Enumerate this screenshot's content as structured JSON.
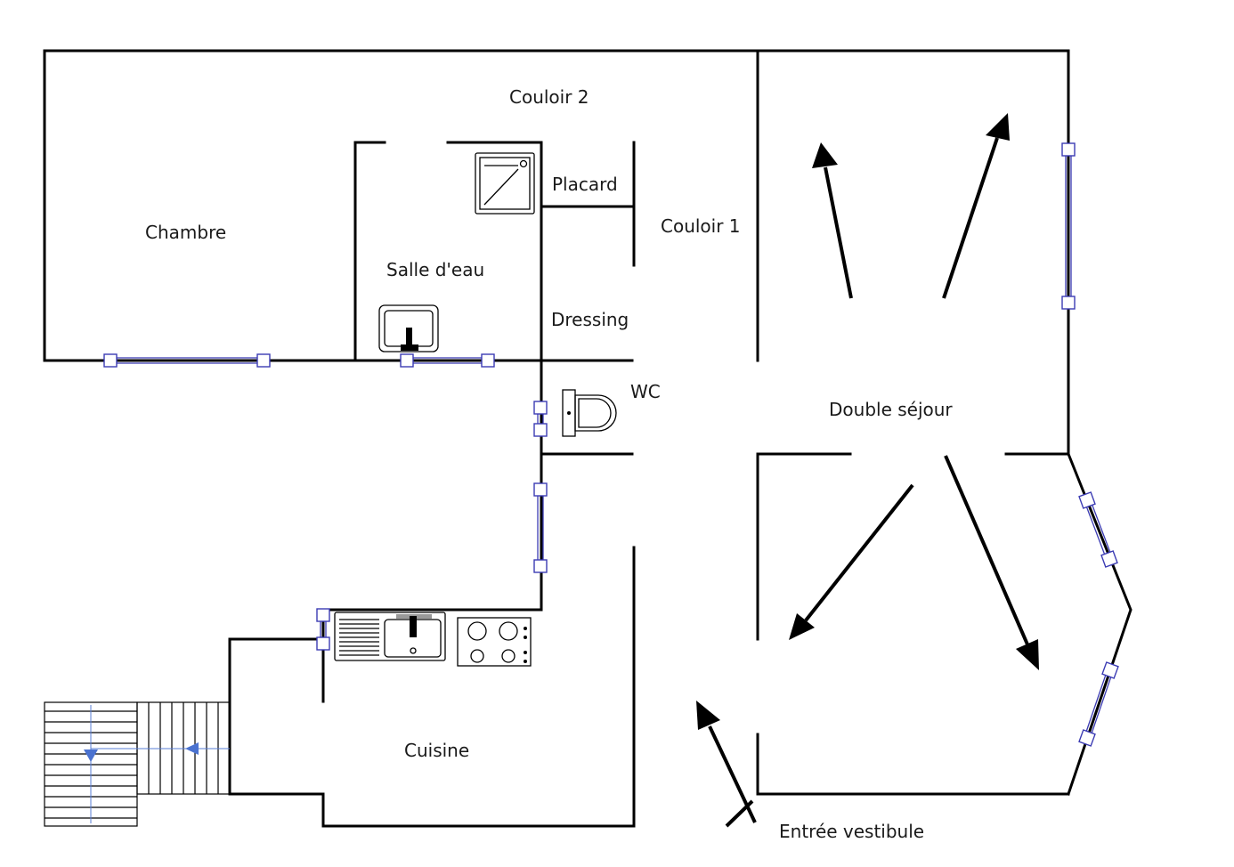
{
  "rooms": {
    "chambre": "Chambre",
    "couloir_2": "Couloir 2",
    "couloir_1": "Couloir 1",
    "placard": "Placard",
    "salle_deau": "Salle d'eau",
    "dressing": "Dressing",
    "wc": "WC",
    "double_sejour": "Double séjour",
    "cuisine": "Cuisine",
    "entree_vestibule": "Entrée vestibule"
  },
  "colors": {
    "walls": "#000000",
    "windows": "#3b3bb3",
    "stair_arrows": "#4a72d0"
  }
}
